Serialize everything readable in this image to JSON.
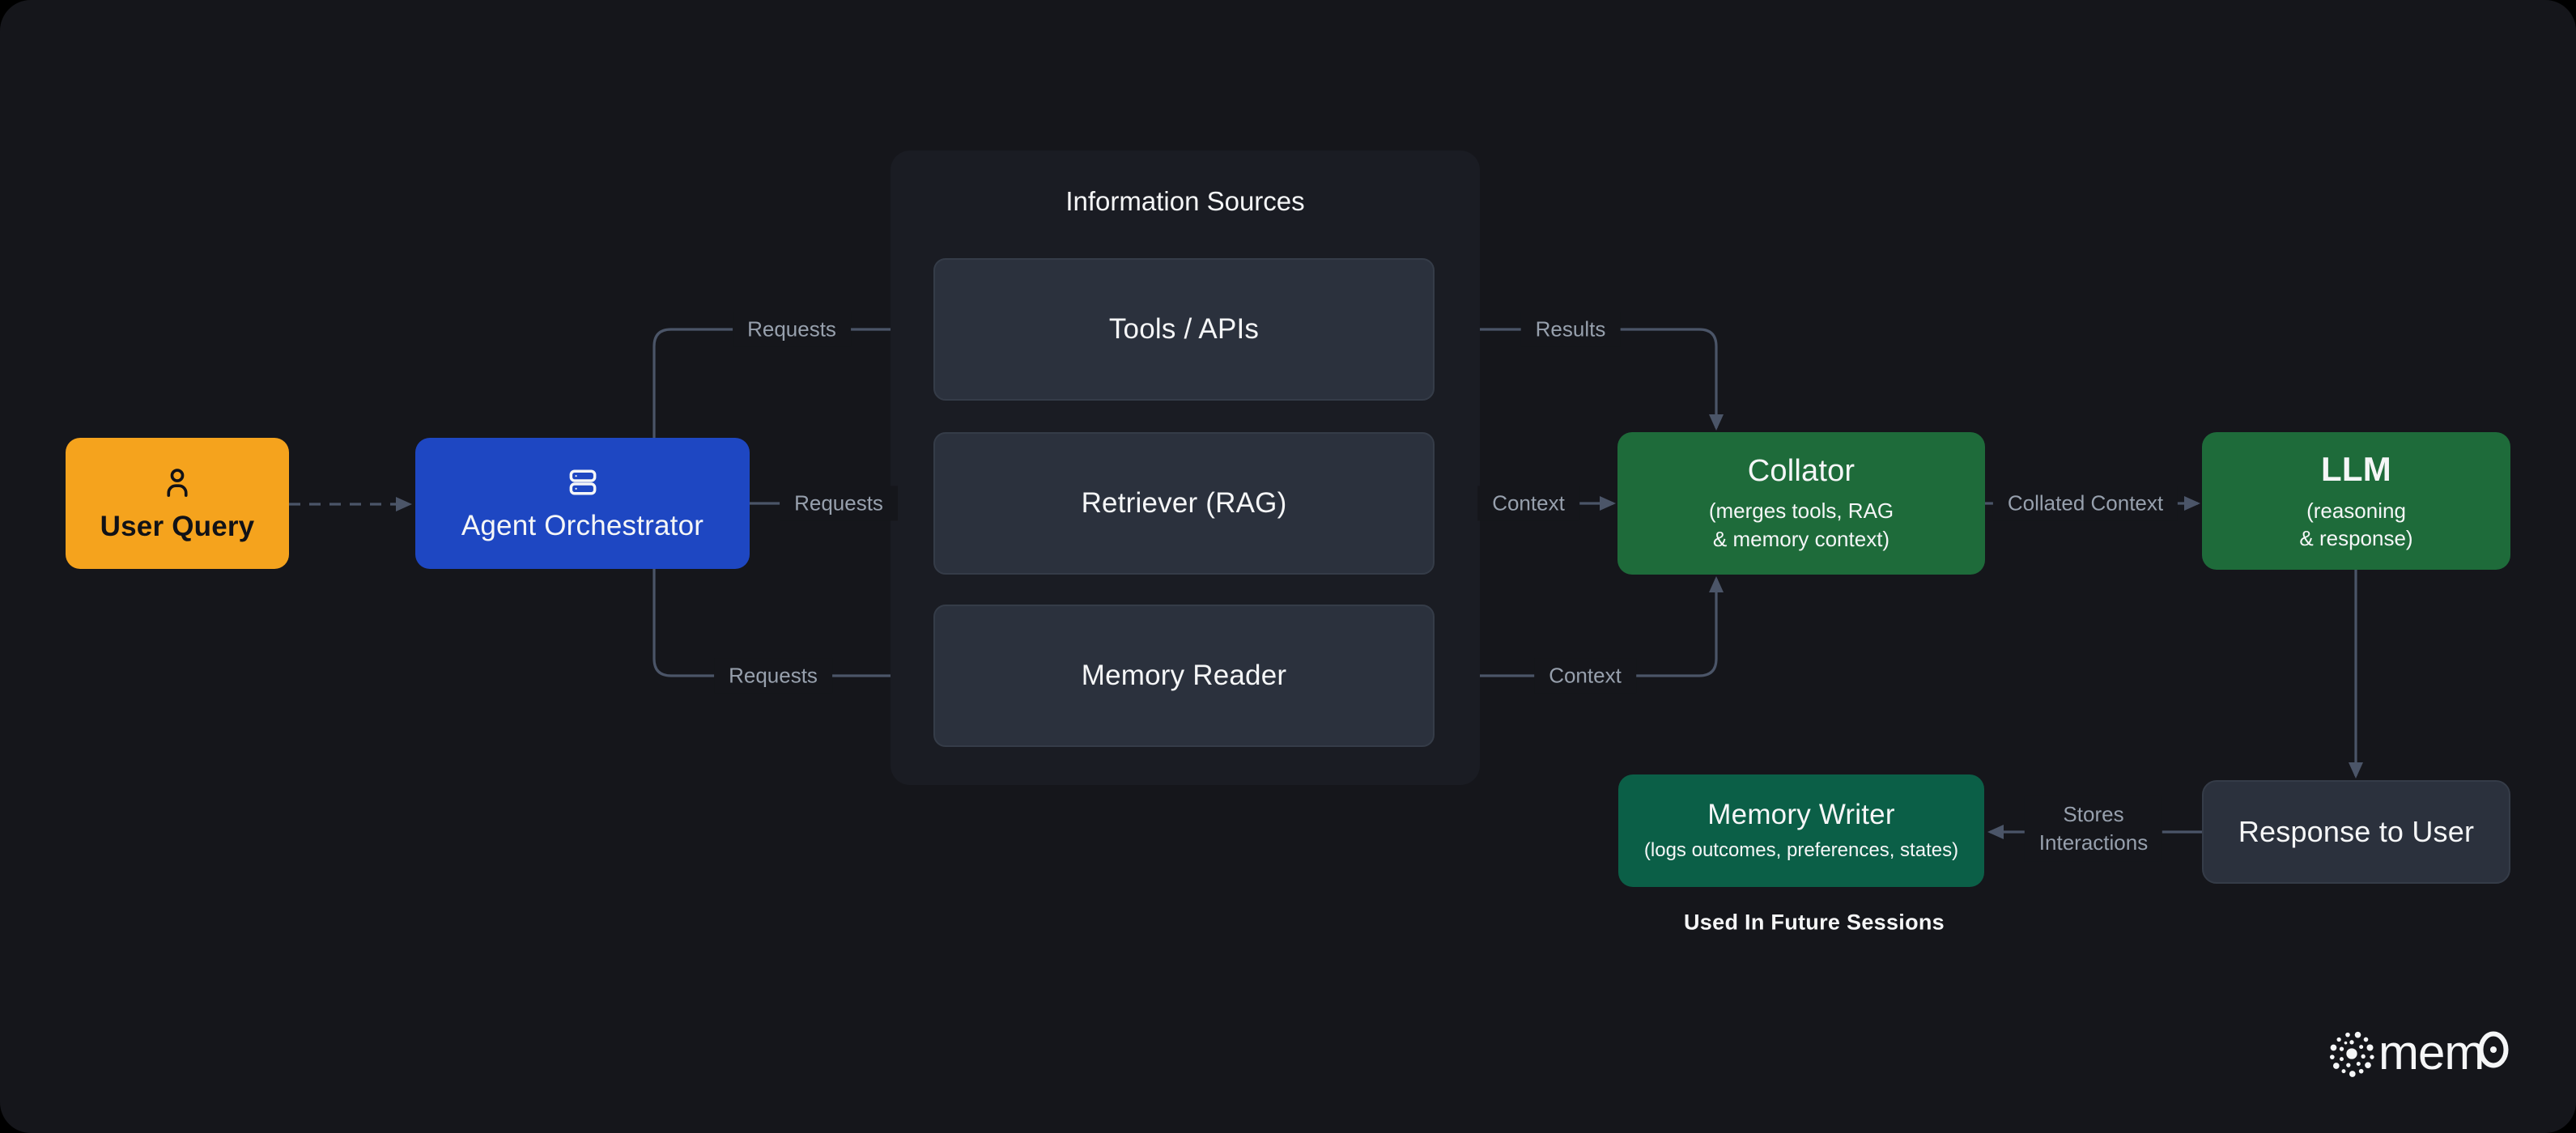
{
  "diagram": {
    "nodes": {
      "user_query": {
        "label": "User Query"
      },
      "agent_orchestrator": {
        "label": "Agent Orchestrator"
      },
      "info_sources": {
        "title": "Information Sources",
        "items": [
          "Tools / APIs",
          "Retriever (RAG)",
          "Memory Reader"
        ]
      },
      "collator": {
        "title": "Collator",
        "subtitle_line1": "(merges tools, RAG",
        "subtitle_line2": "& memory context)"
      },
      "llm": {
        "title": "LLM",
        "subtitle_line1": "(reasoning",
        "subtitle_line2": "& response)"
      },
      "memory_writer": {
        "title": "Memory Writer",
        "subtitle": "(logs outcomes, preferences, states)"
      },
      "response_to_user": {
        "label": "Response to User"
      }
    },
    "edge_labels": {
      "requests_top": "Requests",
      "requests_mid": "Requests",
      "requests_bottom": "Requests",
      "results": "Results",
      "context_mid": "Context",
      "context_bottom": "Context",
      "collated_context": "Collated Context",
      "stores_line1": "Stores",
      "stores_line2": "Interactions"
    },
    "captions": {
      "used_in_future": "Used In Future Sessions"
    }
  },
  "logo": {
    "prefix": "mem",
    "zero": "0",
    "full_name": "mem0"
  },
  "colors": {
    "bg_page": "#000000",
    "bg": "#15161b",
    "panel": "#1a1c23",
    "box": "#2b313d",
    "box_border": "#353c48",
    "orange": "#f5a31d",
    "blue": "#1e47c2",
    "green": "#1e6b3a",
    "teal": "#0b5f47",
    "line": "#4b5568",
    "label": "#97a0ad",
    "text": "#f5f6f7",
    "dark": "#111217"
  }
}
